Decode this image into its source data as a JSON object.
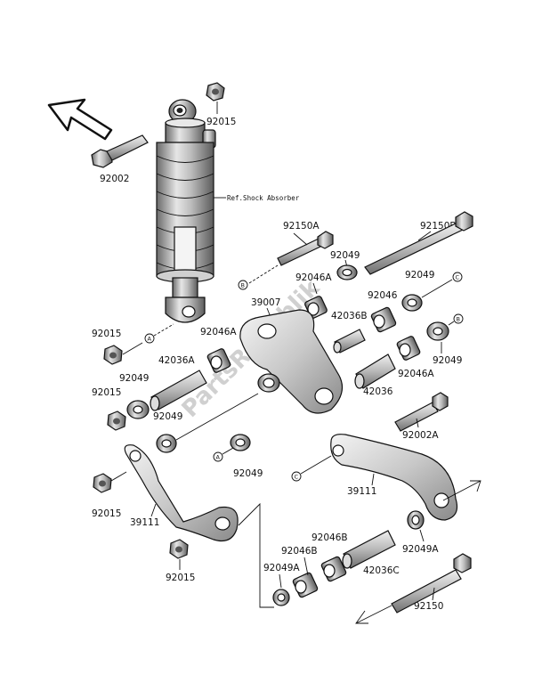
{
  "labels": {
    "p92015_top": "92015",
    "p92002": "92002",
    "ref_shock": "Ref.Shock Absorber",
    "p92150A": "92150A",
    "p92150B": "92150B",
    "p92049_a": "92049",
    "p92049_b": "92049",
    "p92046A_a": "92046A",
    "p92046": "92046",
    "p39007": "39007",
    "p42036B": "42036B",
    "p92015_mid": "92015",
    "p92046A_b": "92046A",
    "p92049_c": "92049",
    "p92046A_c": "92046A",
    "p42036A": "42036A",
    "p92049_d": "92049",
    "p42036": "42036",
    "p92015_low": "92015",
    "p92049_e": "92049",
    "p92002A": "92002A",
    "p92049_f": "92049",
    "p92015_bot": "92015",
    "p39111_left": "39111",
    "p39111_right": "39111",
    "p92046B_a": "92046B",
    "p92046B_b": "92046B",
    "p92049A_a": "92049A",
    "p42036C": "42036C",
    "p92049A_b": "92049A",
    "p92015_last": "92015",
    "p92150": "92150"
  },
  "callouts": {
    "A": "A",
    "B": "B",
    "C": "C"
  },
  "watermark": "PartsRepublik"
}
